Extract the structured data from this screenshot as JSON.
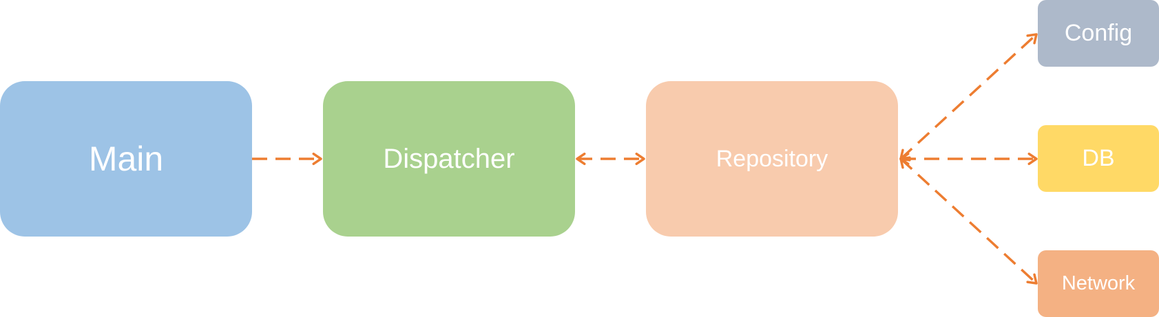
{
  "colors": {
    "edge": "#ed7d31",
    "text": "#ffffff"
  },
  "nodes": [
    {
      "id": "main",
      "label": "Main",
      "color": "#9dc3e6"
    },
    {
      "id": "dispatcher",
      "label": "Dispatcher",
      "color": "#a9d18e"
    },
    {
      "id": "repository",
      "label": "Repository",
      "color": "#f8cbad"
    },
    {
      "id": "config",
      "label": "Config",
      "color": "#adb9ca"
    },
    {
      "id": "db",
      "label": "DB",
      "color": "#ffd966"
    },
    {
      "id": "network",
      "label": "Network",
      "color": "#f4b183"
    }
  ],
  "edges": [
    {
      "id": "main-dispatcher",
      "from": "main",
      "to": "dispatcher",
      "direction": "forward"
    },
    {
      "id": "dispatcher-repository",
      "from": "dispatcher",
      "to": "repository",
      "direction": "both"
    },
    {
      "id": "repository-config",
      "from": "repository",
      "to": "config",
      "direction": "both"
    },
    {
      "id": "repository-db",
      "from": "repository",
      "to": "db",
      "direction": "both"
    },
    {
      "id": "repository-network",
      "from": "repository",
      "to": "network",
      "direction": "both"
    }
  ]
}
